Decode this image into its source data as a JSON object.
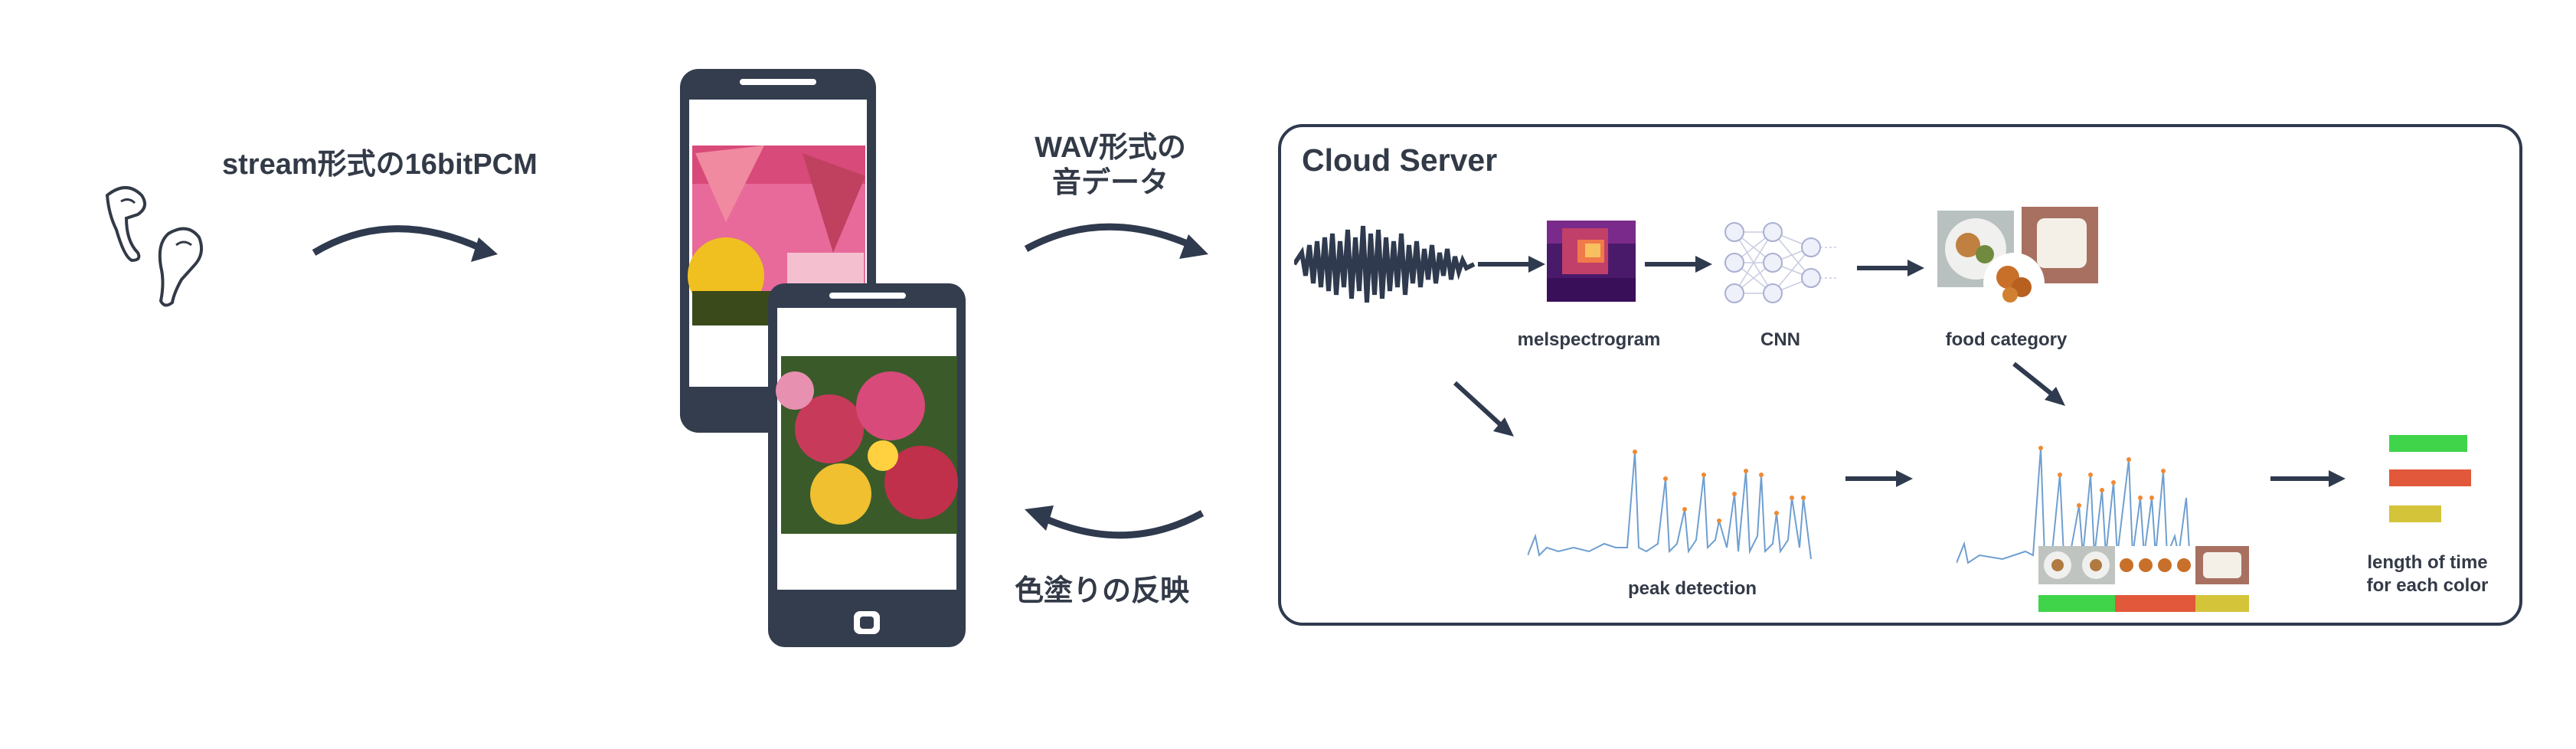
{
  "labels": {
    "stream": "stream形式の16bitPCM",
    "wav_line1": "WAV形式の",
    "wav_line2": "音データ",
    "reflection": "色塗りの反映",
    "server_title": "Cloud Server",
    "melspectrogram": "melspectrogram",
    "cnn": "CNN",
    "food_category": "food category",
    "peak_detection": "peak detection",
    "length_line1": "length of time",
    "length_line2": "for each color"
  },
  "colors": {
    "ink": "#2f3a4e",
    "green": "#3fd44a",
    "red": "#e2583a",
    "yellow": "#d4c43a",
    "signal": "#6f9fd0",
    "peak": "#ef8a34"
  },
  "icons": [
    "earbuds-icon",
    "phone-icon",
    "waveform-icon",
    "spectrogram-icon",
    "neural-network-icon",
    "food-photo-icon"
  ]
}
